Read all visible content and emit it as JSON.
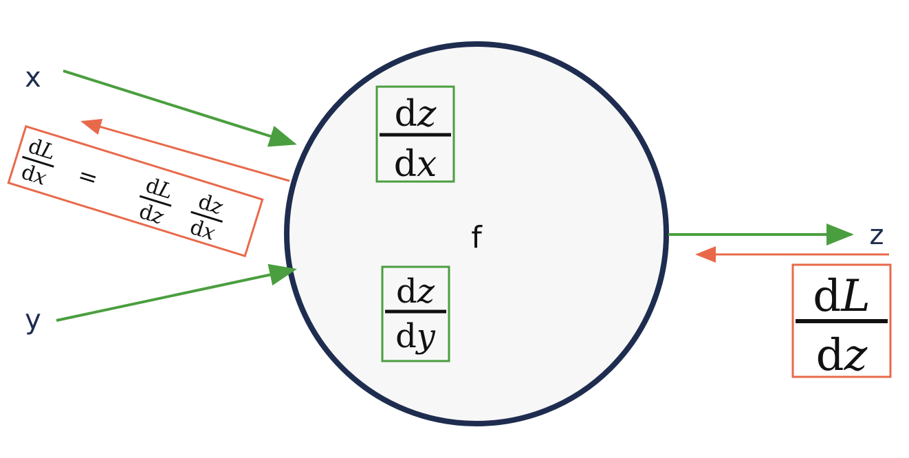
{
  "colors": {
    "node_stroke": "#1e2d4f",
    "node_fill": "#f7f7f7",
    "forward": "#4a9e3f",
    "backward": "#e8694a",
    "label": "#1e2d4f"
  },
  "labels": {
    "input_x": "x",
    "input_y": "y",
    "output_z": "z",
    "function": "f"
  },
  "local_gradients": {
    "dz_dx": {
      "num_d": "d",
      "num_var": "z",
      "den_d": "d",
      "den_var": "x"
    },
    "dz_dy": {
      "num_d": "d",
      "num_var": "z",
      "den_d": "d",
      "den_var": "y"
    }
  },
  "upstream_gradient": {
    "num_d": "d",
    "num_var": "L",
    "den_d": "d",
    "den_var": "z"
  },
  "chain_rule": {
    "lhs": {
      "num_d": "d",
      "num_var": "L",
      "den_d": "d",
      "den_var": "x"
    },
    "equals": "=",
    "rhs1": {
      "num_d": "d",
      "num_var": "L",
      "den_d": "d",
      "den_var": "z"
    },
    "rhs2": {
      "num_d": "d",
      "num_var": "z",
      "den_d": "d",
      "den_var": "x"
    }
  }
}
